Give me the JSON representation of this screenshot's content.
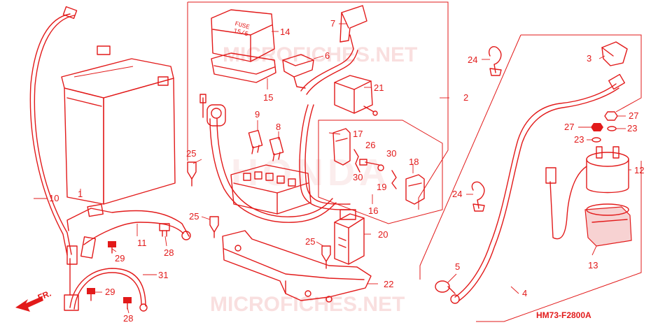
{
  "diagram": {
    "code": "HM73-F2800A",
    "direction_label": "FR.",
    "fuse_text": "FUSE",
    "fuse_sub": "15/5",
    "watermark": "MICROFICHES.NET",
    "callouts": [
      {
        "id": "c1",
        "text": "1"
      },
      {
        "id": "c2",
        "text": "2"
      },
      {
        "id": "c3",
        "text": "3"
      },
      {
        "id": "c4",
        "text": "4"
      },
      {
        "id": "c5",
        "text": "5"
      },
      {
        "id": "c6",
        "text": "6"
      },
      {
        "id": "c7",
        "text": "7"
      },
      {
        "id": "c8",
        "text": "8"
      },
      {
        "id": "c9",
        "text": "9"
      },
      {
        "id": "c10",
        "text": "10"
      },
      {
        "id": "c11",
        "text": "11"
      },
      {
        "id": "c12",
        "text": "12"
      },
      {
        "id": "c13",
        "text": "13"
      },
      {
        "id": "c14",
        "text": "14"
      },
      {
        "id": "c15",
        "text": "15"
      },
      {
        "id": "c16",
        "text": "16"
      },
      {
        "id": "c17",
        "text": "17"
      },
      {
        "id": "c18",
        "text": "18"
      },
      {
        "id": "c19",
        "text": "19"
      },
      {
        "id": "c20",
        "text": "20"
      },
      {
        "id": "c21",
        "text": "21"
      },
      {
        "id": "c22",
        "text": "22"
      },
      {
        "id": "c23a",
        "text": "23"
      },
      {
        "id": "c23b",
        "text": "23"
      },
      {
        "id": "c24a",
        "text": "24"
      },
      {
        "id": "c24b",
        "text": "24"
      },
      {
        "id": "c25a",
        "text": "25"
      },
      {
        "id": "c25b",
        "text": "25"
      },
      {
        "id": "c25c",
        "text": "25"
      },
      {
        "id": "c26",
        "text": "26"
      },
      {
        "id": "c27a",
        "text": "27"
      },
      {
        "id": "c27b",
        "text": "27"
      },
      {
        "id": "c28a",
        "text": "28"
      },
      {
        "id": "c28b",
        "text": "28"
      },
      {
        "id": "c29a",
        "text": "29"
      },
      {
        "id": "c29b",
        "text": "29"
      },
      {
        "id": "c30a",
        "text": "30"
      },
      {
        "id": "c30b",
        "text": "30"
      },
      {
        "id": "c31",
        "text": "31"
      }
    ],
    "colors": {
      "line": "#e21a1a",
      "background": "#ffffff",
      "watermark": "#f5c6c6"
    }
  }
}
